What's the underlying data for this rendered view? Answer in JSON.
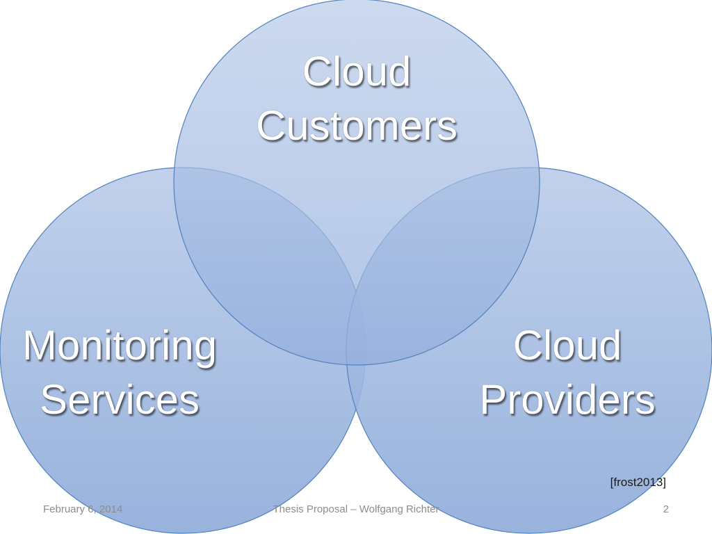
{
  "diagram": {
    "circles": [
      {
        "id": "top",
        "lines": [
          "Cloud",
          "Customers"
        ]
      },
      {
        "id": "left",
        "lines": [
          "Monitoring",
          "Services"
        ]
      },
      {
        "id": "right",
        "lines": [
          "Cloud",
          "Providers"
        ]
      }
    ],
    "colors": {
      "fill_light": "#b9cbe9",
      "fill_dark": "#93afdd",
      "stroke": "#4f81bd",
      "label": "#ffffff"
    }
  },
  "citation": "[frost2013]",
  "footer": {
    "date": "February 6, 2014",
    "title": "Thesis Proposal – Wolfgang Richter",
    "page": "2"
  }
}
